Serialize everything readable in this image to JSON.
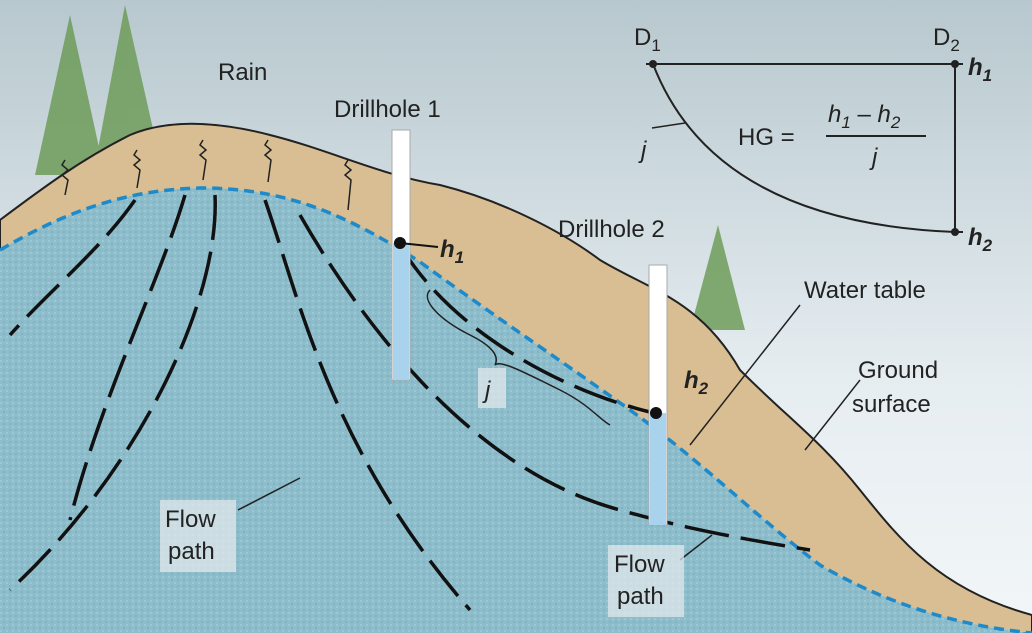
{
  "colors": {
    "sky_top": "#b9c9cf",
    "sky_bottom": "#eef3f6",
    "soil": "#d9bf94",
    "water": "#8fbccb",
    "water_table": "#1f8ac9",
    "tree": "#6f9c5a",
    "drillhole_water": "#a9d3ec"
  },
  "labels": {
    "rain": "Rain",
    "drillhole1": "Drillhole 1",
    "drillhole2": "Drillhole 2",
    "water_table": "Water table",
    "ground_surface_1": "Ground",
    "ground_surface_2": "surface",
    "flow_path_left_1": "Flow",
    "flow_path_left_2": "path",
    "flow_path_right_1": "Flow",
    "flow_path_right_2": "path",
    "j": "j",
    "h1": {
      "letter": "h",
      "sub": "1"
    },
    "h2": {
      "letter": "h",
      "sub": "2"
    }
  },
  "inset": {
    "d1": {
      "letter": "D",
      "sub": "1"
    },
    "d2": {
      "letter": "D",
      "sub": "2"
    },
    "h1": {
      "letter": "h",
      "sub": "1"
    },
    "h2": {
      "letter": "h",
      "sub": "2"
    },
    "j": "j",
    "formula": {
      "lhs": "HG =",
      "num_h1": "h",
      "num_h1_sub": "1",
      "minus": " – ",
      "num_h2": "h",
      "num_h2_sub": "2",
      "den": "j"
    }
  }
}
